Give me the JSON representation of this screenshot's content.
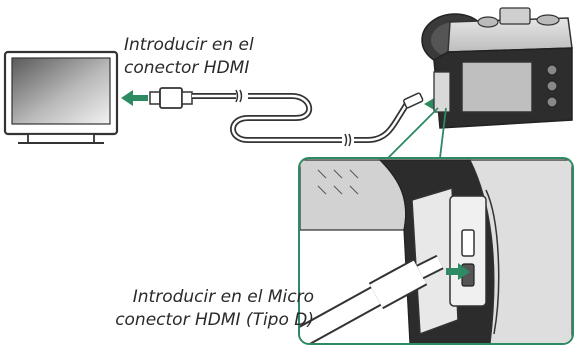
{
  "labels": {
    "hdmi_connector_line1": "Introducir en el",
    "hdmi_connector_line2": "conector HDMI",
    "micro_connector_line1": "Introducir en el Micro",
    "micro_connector_line2": "conector HDMI (Tipo D)"
  },
  "colors": {
    "accent_green": "#2e8a62",
    "line_dark": "#333333",
    "gray_fill": "#d9d9d9",
    "screen_gradient": "#8c8c8c"
  },
  "icons": [
    "tv-icon",
    "camera-icon",
    "hdmi-plug-icon",
    "arrow-icon"
  ]
}
